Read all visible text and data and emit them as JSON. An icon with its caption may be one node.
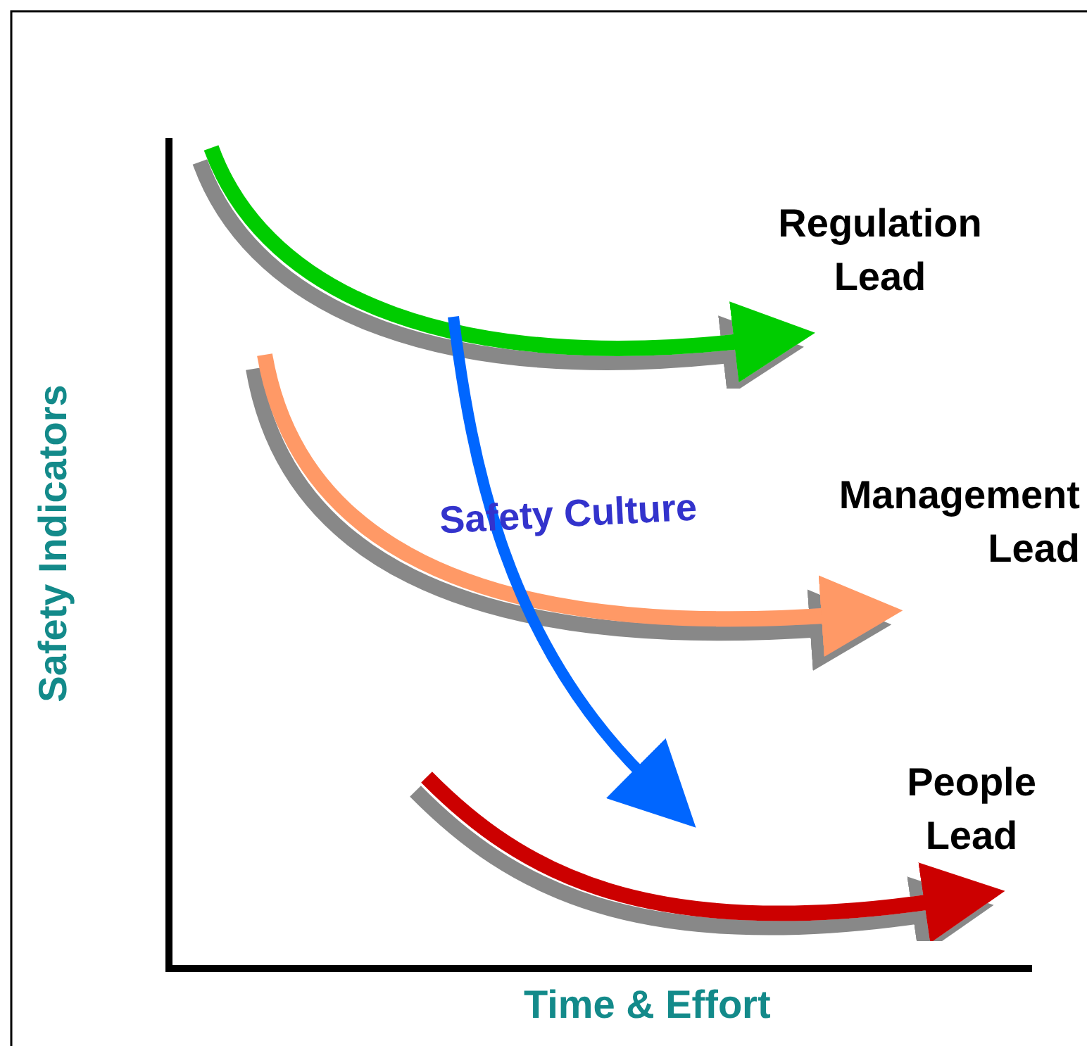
{
  "diagram": {
    "nodes": [
      {
        "text": [
          "Regulation Lead"
        ]
      },
      {
        "text": [
          "Management Lead"
        ]
      },
      {
        "text": [
          "People Lead"
        ]
      }
    ],
    "edges": [
      {
        "from": null,
        "to": 0,
        "arrow": "to",
        "color": "#00cc00"
      },
      {
        "from": null,
        "to": 1,
        "arrow": "to",
        "color": "#ff9966"
      },
      {
        "from": null,
        "to": 2,
        "arrow": "to",
        "color": "#cc0000"
      }
    ],
    "labels": [
      "Safety Culture",
      "Safety Indicators",
      "Time & Effort"
    ]
  }
}
